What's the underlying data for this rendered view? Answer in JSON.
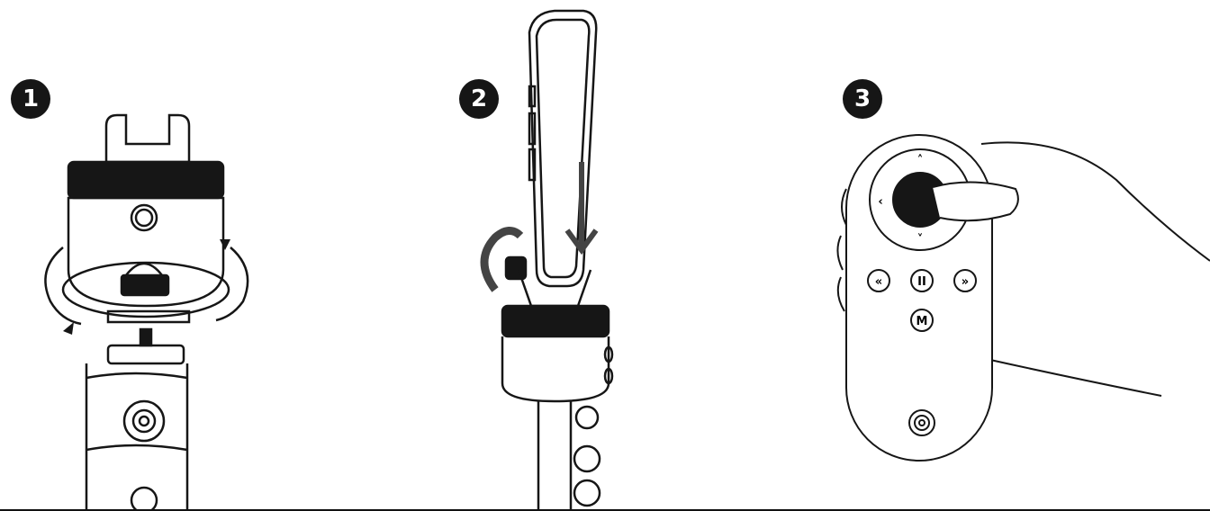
{
  "steps": [
    {
      "number": "1"
    },
    {
      "number": "2"
    },
    {
      "number": "3"
    }
  ],
  "remote": {
    "up_symbol": "˄",
    "down_symbol": "˅",
    "left_symbol": "‹",
    "rewind_label": "«",
    "pause_label": "II",
    "forward_label": "»",
    "mode_label": "M"
  },
  "colors": {
    "ink": "#161616",
    "arrow": "#444444",
    "skin": "#ffffff"
  }
}
